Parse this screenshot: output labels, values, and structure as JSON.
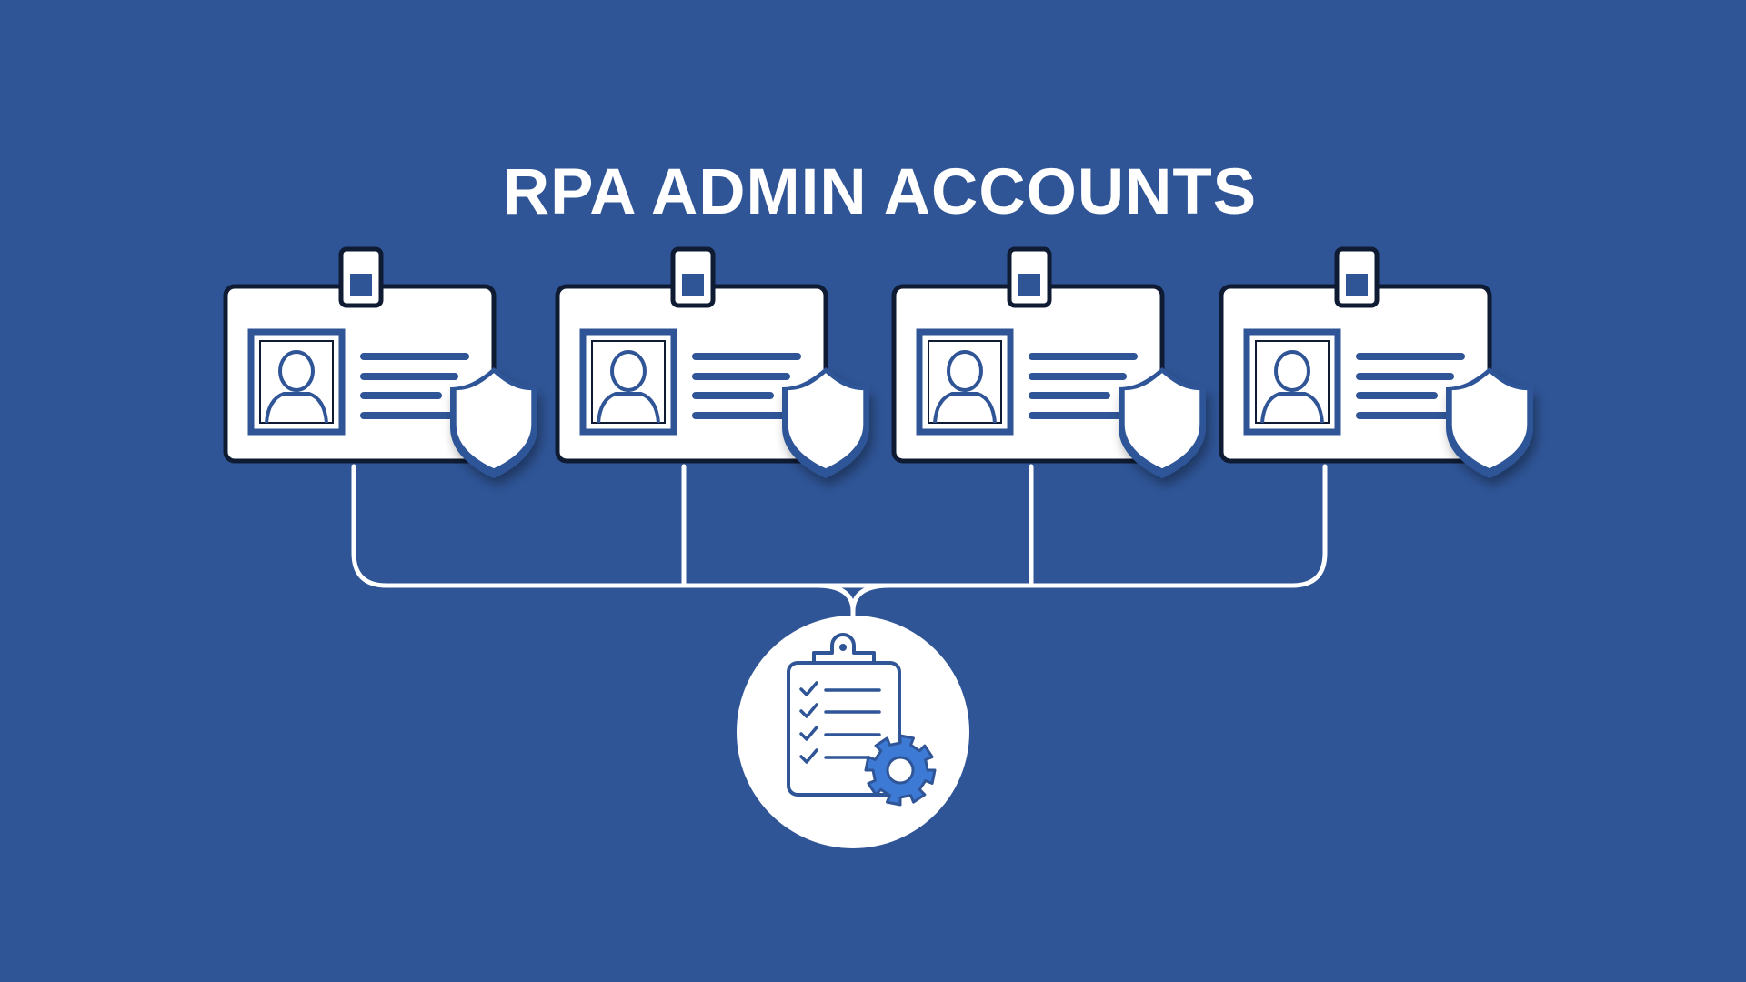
{
  "title": "RPA ADMIN ACCOUNTS",
  "colors": {
    "background": "#2f5597",
    "card_fill": "#ffffff",
    "card_outline": "#0f1b33",
    "accent": "#2f5597",
    "connector": "#ffffff",
    "gear": "#3d7ad6"
  },
  "id_cards": [
    {
      "name": "id-card-1",
      "icons": [
        "badge-clip-icon",
        "user-portrait-icon",
        "text-lines-icon",
        "shield-icon"
      ]
    },
    {
      "name": "id-card-2",
      "icons": [
        "badge-clip-icon",
        "user-portrait-icon",
        "text-lines-icon",
        "shield-icon"
      ]
    },
    {
      "name": "id-card-3",
      "icons": [
        "badge-clip-icon",
        "user-portrait-icon",
        "text-lines-icon",
        "shield-icon"
      ]
    },
    {
      "name": "id-card-4",
      "icons": [
        "badge-clip-icon",
        "user-portrait-icon",
        "text-lines-icon",
        "shield-icon"
      ]
    }
  ],
  "hub": {
    "icons": [
      "clipboard-checklist-icon",
      "checkmark-icon",
      "gear-icon"
    ]
  }
}
